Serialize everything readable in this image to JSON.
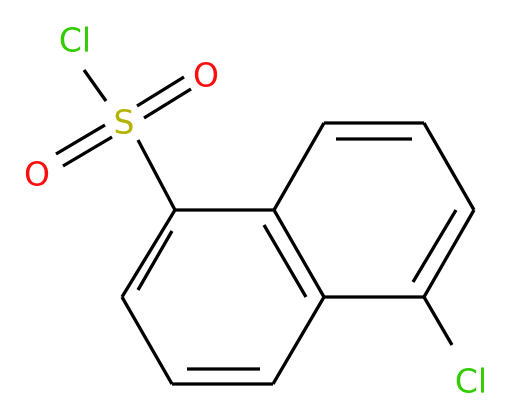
{
  "molecule": {
    "atoms": {
      "cl_sulfonyl": {
        "symbol": "Cl",
        "color": "#33cc00"
      },
      "sulfur": {
        "symbol": "S",
        "color": "#b3b300"
      },
      "oxygen_right": {
        "symbol": "O",
        "color": "#ff0d0d"
      },
      "oxygen_left": {
        "symbol": "O",
        "color": "#ff0d0d"
      },
      "cl_ring": {
        "symbol": "Cl",
        "color": "#33cc00"
      }
    },
    "bond_color": "#000000",
    "background_color": "#ffffff"
  }
}
